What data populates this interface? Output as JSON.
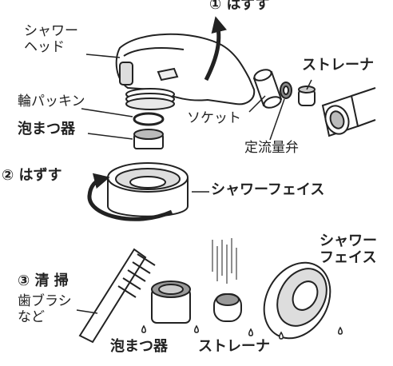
{
  "labels": {
    "step1": "① はずす",
    "shower_head": "シャワー\nヘッド",
    "strainer_top": "ストレーナ",
    "ring_packing": "輪パッキン",
    "aerator": "泡まつ器",
    "socket": "ソケット",
    "flow_valve": "定流量弁",
    "step2": "② はずす",
    "shower_face": "シャワーフェイス",
    "step3": "③ 清 掃",
    "toothbrush": "歯ブラシ\nなど",
    "shower_face_2": "シャワー\nフェイス",
    "aerator_bottom": "泡まつ器",
    "strainer_bottom": "ストレーナ"
  },
  "colors": {
    "line": "#222222",
    "fill": "#ffffff",
    "shade": "#cccccc"
  }
}
